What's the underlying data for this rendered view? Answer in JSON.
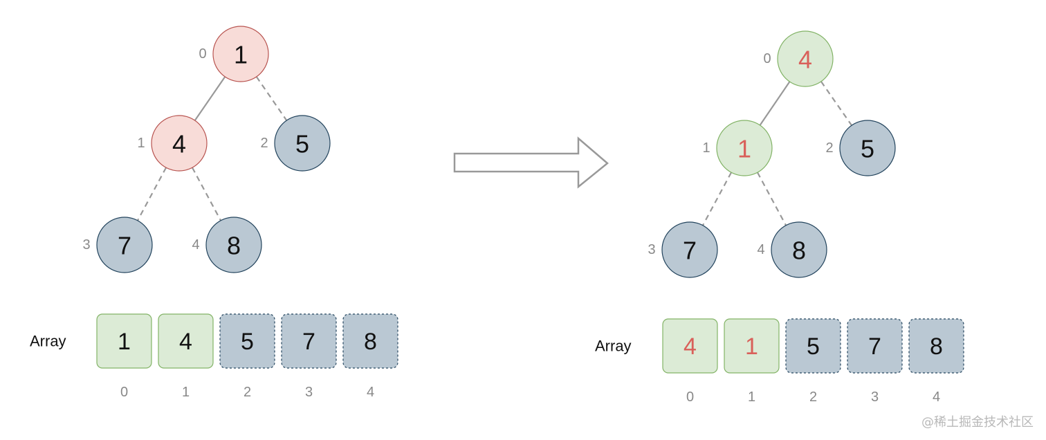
{
  "colors": {
    "red_fill": "#f8dcd8",
    "red_stroke": "#b85450",
    "green_fill": "#dcebd6",
    "green_stroke": "#82b366",
    "gray_fill": "#bac8d3",
    "gray_stroke": "#23445d",
    "edge": "#999999",
    "highlight_text": "#d9605a",
    "text": "#111111"
  },
  "before": {
    "tree": {
      "nodes": [
        {
          "index": "0",
          "value": "1",
          "style": "red"
        },
        {
          "index": "1",
          "value": "4",
          "style": "red"
        },
        {
          "index": "2",
          "value": "5",
          "style": "gray"
        },
        {
          "index": "3",
          "value": "7",
          "style": "gray"
        },
        {
          "index": "4",
          "value": "8",
          "style": "gray"
        }
      ],
      "edges": [
        {
          "from": 0,
          "to": 1,
          "style": "solid"
        },
        {
          "from": 0,
          "to": 2,
          "style": "dashed"
        },
        {
          "from": 1,
          "to": 3,
          "style": "dashed"
        },
        {
          "from": 1,
          "to": 4,
          "style": "dashed"
        }
      ]
    },
    "array": {
      "label": "Array",
      "cells": [
        {
          "value": "1",
          "style": "green"
        },
        {
          "value": "4",
          "style": "green"
        },
        {
          "value": "5",
          "style": "gray"
        },
        {
          "value": "7",
          "style": "gray"
        },
        {
          "value": "8",
          "style": "gray"
        }
      ],
      "indices": [
        "0",
        "1",
        "2",
        "3",
        "4"
      ]
    }
  },
  "after": {
    "tree": {
      "nodes": [
        {
          "index": "0",
          "value": "4",
          "style": "green",
          "highlight": true
        },
        {
          "index": "1",
          "value": "1",
          "style": "green",
          "highlight": true
        },
        {
          "index": "2",
          "value": "5",
          "style": "gray"
        },
        {
          "index": "3",
          "value": "7",
          "style": "gray"
        },
        {
          "index": "4",
          "value": "8",
          "style": "gray"
        }
      ],
      "edges": [
        {
          "from": 0,
          "to": 1,
          "style": "solid"
        },
        {
          "from": 0,
          "to": 2,
          "style": "dashed"
        },
        {
          "from": 1,
          "to": 3,
          "style": "dashed"
        },
        {
          "from": 1,
          "to": 4,
          "style": "dashed"
        }
      ]
    },
    "array": {
      "label": "Array",
      "cells": [
        {
          "value": "4",
          "style": "green",
          "highlight": true
        },
        {
          "value": "1",
          "style": "green",
          "highlight": true
        },
        {
          "value": "5",
          "style": "gray"
        },
        {
          "value": "7",
          "style": "gray"
        },
        {
          "value": "8",
          "style": "gray"
        }
      ],
      "indices": [
        "0",
        "1",
        "2",
        "3",
        "4"
      ]
    }
  },
  "arrow": {
    "direction": "right",
    "icon": "transition-arrow-icon"
  },
  "watermark": "@稀土掘金技术社区"
}
